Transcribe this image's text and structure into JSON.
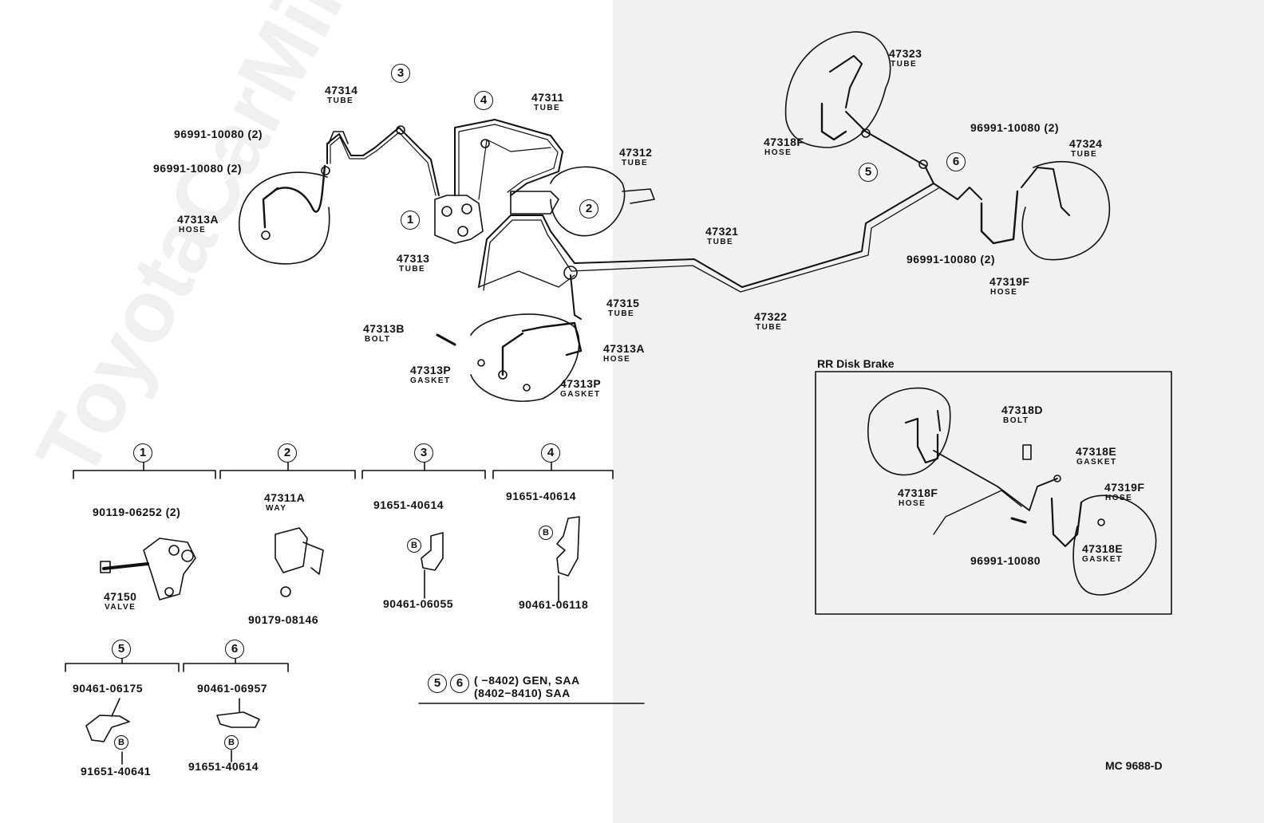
{
  "watermark": "ToyotaCarMini.ru",
  "drawing_code": "MC 9688-D",
  "rr_box_title": "RR Disk Brake",
  "callouts": {
    "c1": "1",
    "c2": "2",
    "c3": "3",
    "c4": "4",
    "c5": "5",
    "c6": "6"
  },
  "parts": {
    "p47314": "47314",
    "p47314_sub": "TUBE",
    "p47311": "47311",
    "p47311_sub": "TUBE",
    "p47312": "47312",
    "p47312_sub": "TUBE",
    "p96991_a": "96991-10080 (2)",
    "p96991_b": "96991-10080 (2)",
    "p47313a_l": "47313A",
    "p47313a_l_sub": "HOSE",
    "p47313": "47313",
    "p47313_sub": "TUBE",
    "p47321": "47321",
    "p47321_sub": "TUBE",
    "p47322": "47322",
    "p47322_sub": "TUBE",
    "p47315": "47315",
    "p47315_sub": "TUBE",
    "p47313b": "47313B",
    "p47313b_sub": "BOLT",
    "p47313p_l": "47313P",
    "p47313p_l_sub": "GASKET",
    "p47313a_r": "47313A",
    "p47313a_r_sub": "HOSE",
    "p47313p_r": "47313P",
    "p47313p_r_sub": "GASKET",
    "p47323": "47323",
    "p47323_sub": "TUBE",
    "p47318f_t": "47318F",
    "p47318f_t_sub": "HOSE",
    "p96991_c": "96991-10080 (2)",
    "p47324": "47324",
    "p47324_sub": "TUBE",
    "p96991_d": "96991-10080 (2)",
    "p47319f_t": "47319F",
    "p47319f_t_sub": "HOSE",
    "p47318d": "47318D",
    "p47318d_sub": "BOLT",
    "p47318e_a": "47318E",
    "p47318e_a_sub": "GASKET",
    "p47318f_b": "47318F",
    "p47318f_b_sub": "HOSE",
    "p47319f_b": "47319F",
    "p47319f_b_sub": "HOSE",
    "p47318e_b": "47318E",
    "p47318e_b_sub": "GASKET",
    "p96991_e": "96991-10080"
  },
  "groups": {
    "g1_bolt": "90119-06252 (2)",
    "g1_valve": "47150",
    "g1_valve_sub": "VALVE",
    "g2_way": "47311A",
    "g2_way_sub": "WAY",
    "g2_nut": "90179-08146",
    "g3_top": "91651-40614",
    "g3_bot": "90461-06055",
    "g4_top": "91651-40614",
    "g4_bot": "90461-06118",
    "g5_top": "90461-06175",
    "g5_bot": "91651-40641",
    "g6_top": "90461-06957",
    "g6_bot": "91651-40614",
    "b_mark": "B"
  },
  "notes": {
    "line1": "(      −8402) GEN, SAA",
    "line2": "(8402−8410) SAA"
  }
}
